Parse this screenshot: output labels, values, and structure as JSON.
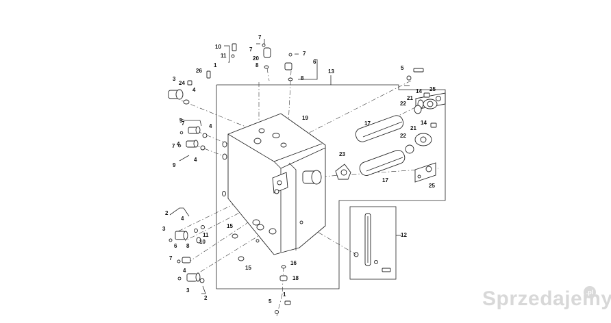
{
  "diagram": {
    "callouts": {
      "c1a": "1",
      "c1b": "1",
      "c2a": "2",
      "c2b": "2",
      "c3a": "3",
      "c3b": "3",
      "c3c": "3",
      "c4a": "4",
      "c4b": "4",
      "c4c": "4",
      "c4d": "4",
      "c4e": "4",
      "c4f": "4",
      "c5a": "5",
      "c5b": "5",
      "c6a": "6",
      "c6b": "6",
      "c7a": "7",
      "c7b": "7",
      "c7c": "7",
      "c7d": "7",
      "c7e": "7",
      "c7f": "7",
      "c8a": "8",
      "c8b": "8",
      "c8c": "8",
      "c9a": "9",
      "c9b": "9",
      "c10a": "10",
      "c10b": "10",
      "c11a": "11",
      "c11b": "11",
      "c12": "12",
      "c13": "13",
      "c14a": "14",
      "c14b": "14",
      "c15a": "15",
      "c15b": "15",
      "c16": "16",
      "c17a": "17",
      "c17b": "17",
      "c18": "18",
      "c19": "19",
      "c20": "20",
      "c21a": "21",
      "c21b": "21",
      "c22a": "22",
      "c22b": "22",
      "c23": "23",
      "c24": "24",
      "c25a": "25",
      "c25b": "25",
      "c26": "26"
    }
  },
  "watermark": {
    "brand": "Sprzedajemy",
    "tld": ".pl"
  }
}
